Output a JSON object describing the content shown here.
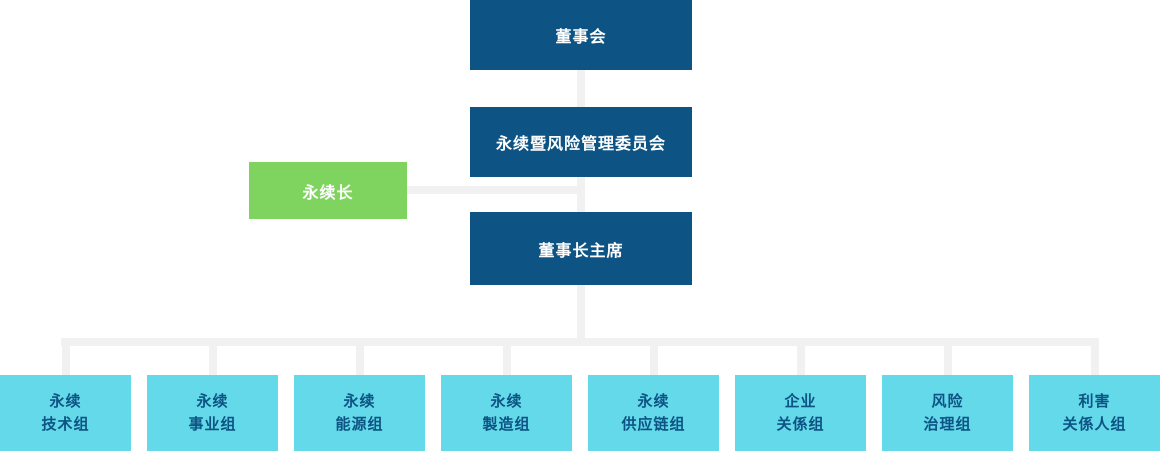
{
  "chart": {
    "type": "org-chart",
    "nodes": {
      "board": {
        "label": "董事会"
      },
      "committee": {
        "label": "永续暨风险管理委员会"
      },
      "cso": {
        "label": "永续长"
      },
      "chairman": {
        "label": "董事长主席"
      }
    },
    "groups": [
      {
        "line1": "永续",
        "line2": "技术组"
      },
      {
        "line1": "永续",
        "line2": "事业组"
      },
      {
        "line1": "永续",
        "line2": "能源组"
      },
      {
        "line1": "永续",
        "line2": "製造组"
      },
      {
        "line1": "永续",
        "line2": "供应链组"
      },
      {
        "line1": "企业",
        "line2": "关係组"
      },
      {
        "line1": "风险",
        "line2": "治理组"
      },
      {
        "line1": "利害",
        "line2": "关係人组"
      }
    ],
    "colors": {
      "dark_blue": "#0d5383",
      "green": "#7fd35f",
      "cyan": "#63d9e9",
      "connector": "#f1f1f1"
    }
  }
}
